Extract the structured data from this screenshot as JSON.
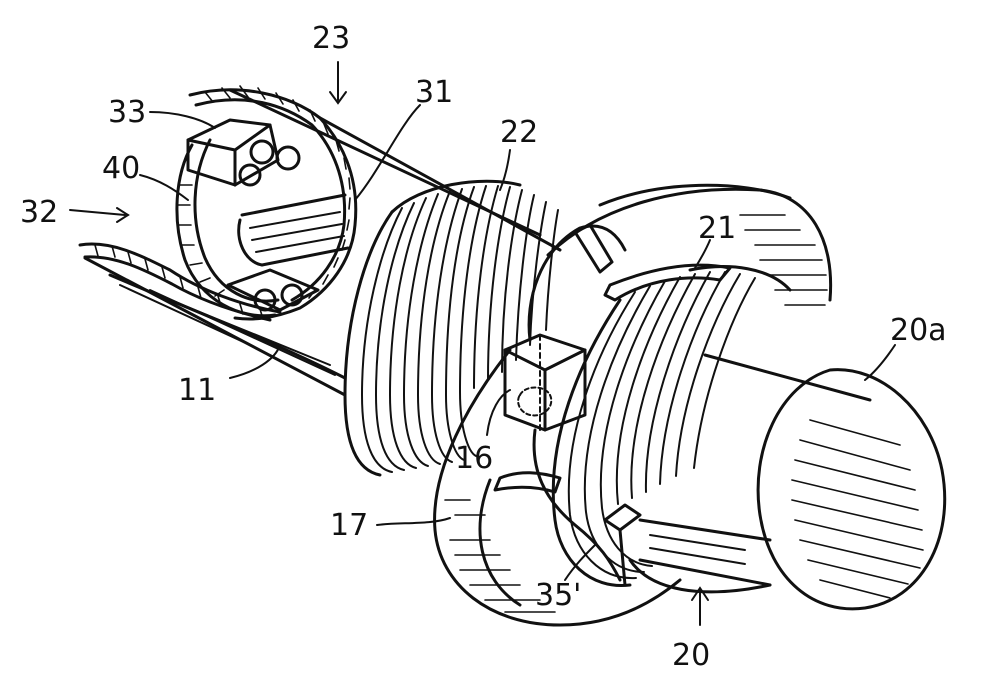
{
  "labels": {
    "l23": "23",
    "l31": "31",
    "l33": "33",
    "l22": "22",
    "l40": "40",
    "l32": "32",
    "l21": "21",
    "l20a": "20a",
    "l11": "11",
    "l16": "16",
    "l17": "17",
    "l35": "35'",
    "l20": "20"
  }
}
